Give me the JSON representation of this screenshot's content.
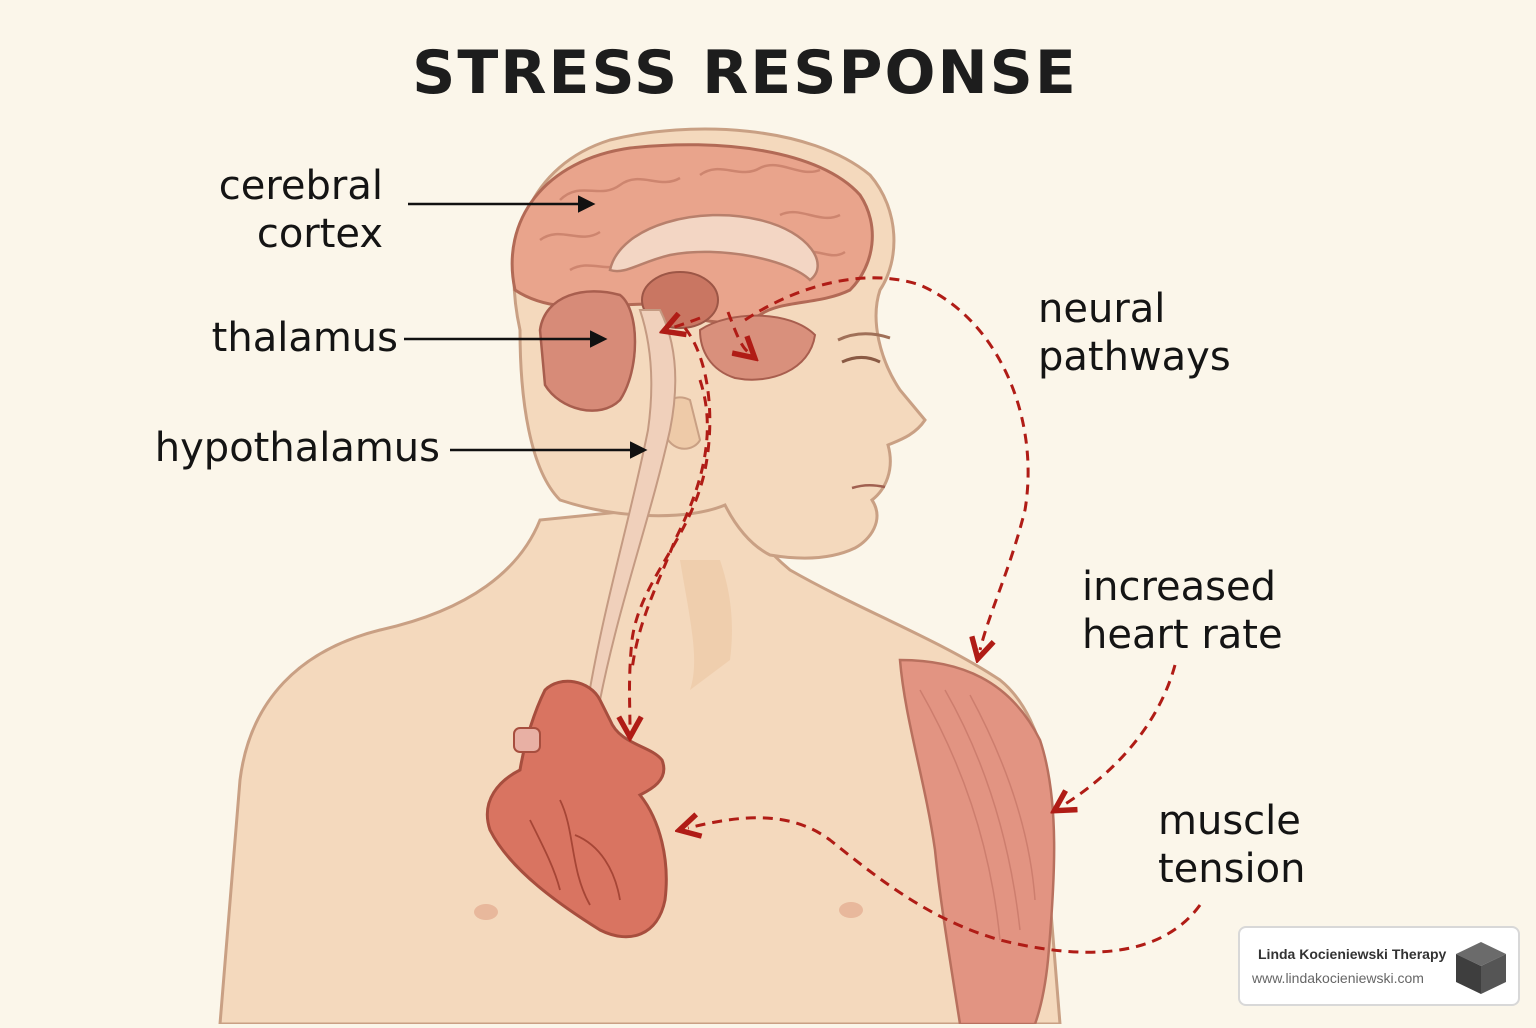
{
  "title": "STRESS RESPONSE",
  "labels": {
    "cerebral_cortex": [
      "cerebral",
      "cortex"
    ],
    "thalamus": "thalamus",
    "hypothalamus": "hypothalamus",
    "neural_pathways": [
      "neural",
      "pathways"
    ],
    "increased_heart_rate": [
      "increased",
      "heart rate"
    ],
    "muscle_tension": [
      "muscle",
      "tension"
    ]
  },
  "watermark": {
    "name": "Linda Kocieniewski Therapy",
    "url": "www.lindakocieniewski.com",
    "icon": "cube-icon"
  },
  "colors": {
    "background": "#fbf6ea",
    "skin": "#f4d9bd",
    "skin_outline": "#c9a084",
    "brain": "#e9a48c",
    "heart": "#d97461",
    "muscle": "#e29482",
    "pathway": "#b01c16",
    "leader_line": "#111111"
  }
}
